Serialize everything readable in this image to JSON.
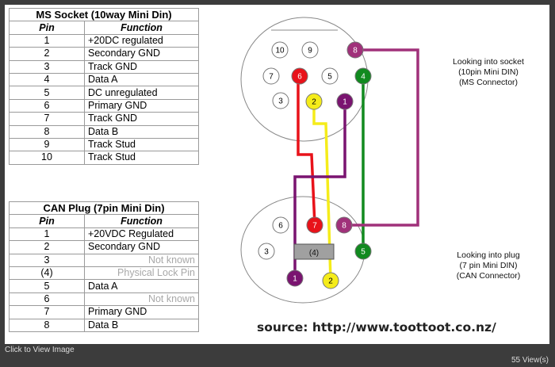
{
  "ms_socket": {
    "title": "MS Socket (10way Mini Din)",
    "col_pin": "Pin",
    "col_function": "Function",
    "rows": [
      {
        "pin": "1",
        "function": "+20DC regulated"
      },
      {
        "pin": "2",
        "function": "Secondary GND"
      },
      {
        "pin": "3",
        "function": "Track GND"
      },
      {
        "pin": "4",
        "function": "Data A"
      },
      {
        "pin": "5",
        "function": "DC unregulated"
      },
      {
        "pin": "6",
        "function": "Primary GND"
      },
      {
        "pin": "7",
        "function": "Track GND"
      },
      {
        "pin": "8",
        "function": "Data B"
      },
      {
        "pin": "9",
        "function": "Track Stud"
      },
      {
        "pin": "10",
        "function": "Track Stud"
      }
    ]
  },
  "can_plug": {
    "title": "CAN Plug (7pin Mini Din)",
    "col_pin": "Pin",
    "col_function": "Function",
    "rows": [
      {
        "pin": "1",
        "function": "+20VDC Regulated",
        "unknown": false
      },
      {
        "pin": "2",
        "function": "Secondary GND",
        "unknown": false
      },
      {
        "pin": "3",
        "function": "Not known",
        "unknown": true
      },
      {
        "pin": "(4)",
        "function": "Physical Lock Pin",
        "unknown": true
      },
      {
        "pin": "5",
        "function": "Data A",
        "unknown": false
      },
      {
        "pin": "6",
        "function": "Not known",
        "unknown": true
      },
      {
        "pin": "7",
        "function": "Primary GND",
        "unknown": false
      },
      {
        "pin": "8",
        "function": "Data B",
        "unknown": false
      }
    ]
  },
  "socket_caption": [
    "Looking into socket",
    "(10pin Mini DIN)",
    "(MS Connector)"
  ],
  "plug_caption": [
    "Looking into plug",
    "(7 pin Mini DIN)",
    "(CAN Connector)"
  ],
  "socket_pins": [
    {
      "label": "10",
      "color": "#ffffff",
      "text_color": "#000000"
    },
    {
      "label": "9",
      "color": "#ffffff",
      "text_color": "#000000"
    },
    {
      "label": "8",
      "color": "#a0317a",
      "text_color": "#ffffff"
    },
    {
      "label": "7",
      "color": "#ffffff",
      "text_color": "#000000"
    },
    {
      "label": "6",
      "color": "#e8121a",
      "text_color": "#ffffff"
    },
    {
      "label": "5",
      "color": "#ffffff",
      "text_color": "#000000"
    },
    {
      "label": "4",
      "color": "#118a1f",
      "text_color": "#ffffff"
    },
    {
      "label": "3",
      "color": "#ffffff",
      "text_color": "#000000"
    },
    {
      "label": "2",
      "color": "#f5ec1a",
      "text_color": "#000000"
    },
    {
      "label": "1",
      "color": "#7a1470",
      "text_color": "#ffffff"
    }
  ],
  "plug_pins": [
    {
      "label": "6",
      "color": "#ffffff",
      "text_color": "#000000"
    },
    {
      "label": "7",
      "color": "#e8121a",
      "text_color": "#ffffff"
    },
    {
      "label": "8",
      "color": "#a0317a",
      "text_color": "#ffffff"
    },
    {
      "label": "3",
      "color": "#ffffff",
      "text_color": "#000000"
    },
    {
      "label": "5",
      "color": "#118a1f",
      "text_color": "#ffffff"
    },
    {
      "label": "1",
      "color": "#7a1470",
      "text_color": "#ffffff"
    },
    {
      "label": "2",
      "color": "#f5ec1a",
      "text_color": "#000000"
    }
  ],
  "lock_pin_label": "(4)",
  "wire_colors": {
    "red": "#e8121a",
    "yellow": "#f5ec1a",
    "purple": "#7a1470",
    "green": "#118a1f",
    "magenta": "#a0317a"
  },
  "source": "source: http://www.toottoot.co.nz/",
  "footer": {
    "view_image": "Click to View Image",
    "views": "55 View(s)"
  }
}
